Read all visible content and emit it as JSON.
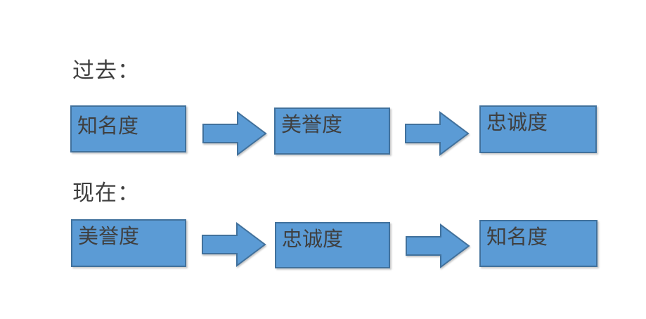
{
  "colors": {
    "box_fill": "#5B9BD5",
    "box_border": "#41719C",
    "text": "#3F3F3F",
    "background": "#FFFFFF"
  },
  "diagram": {
    "rows": [
      {
        "label": "过去：",
        "boxes": [
          "知名度",
          "美誉度",
          "忠诚度"
        ]
      },
      {
        "label": "现在：",
        "boxes": [
          "美誉度",
          "忠诚度",
          "知名度"
        ]
      }
    ]
  }
}
